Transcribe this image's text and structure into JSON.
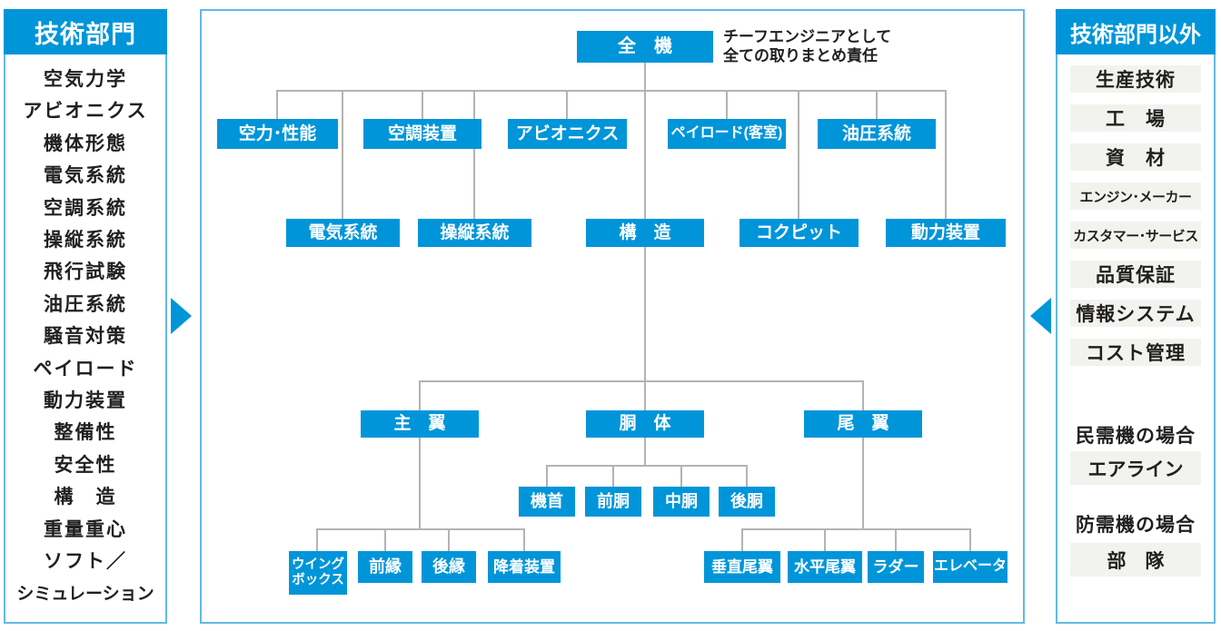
{
  "left_panel": {
    "header": "技術部門",
    "items": [
      "空気力学",
      "アビオニクス",
      "機体形態",
      "電気系統",
      "空調系統",
      "操縦系統",
      "飛行試験",
      "油圧系統",
      "騒音対策",
      "ペイロード",
      "動力装置",
      "整備性",
      "安全性",
      "構　造",
      "重量重心",
      "ソフト／",
      "シミュレーション"
    ]
  },
  "right_panel": {
    "header": "技術部門以外",
    "items": [
      "生産技術",
      "工　場",
      "資　材",
      "エンジン･メーカー",
      "カスタマー･サービス",
      "品質保証",
      "情報システム",
      "コスト管理"
    ],
    "civil_case": {
      "label": "民需機の場合",
      "item": "エアライン"
    },
    "defense_case": {
      "label": "防需機の場合",
      "item": "部　隊"
    }
  },
  "org_chart": {
    "root": {
      "label": "全　機",
      "note": "チーフエンジニアとして\n全ての取りまとめ責任"
    },
    "level1": [
      "空力･性能",
      "空調装置",
      "アビオニクス",
      "ペイロード(客室)",
      "油圧系統"
    ],
    "level2": [
      "電気系統",
      "操縦系統",
      "構　造",
      "コクピット",
      "動力装置"
    ],
    "level3": [
      "主　翼",
      "胴　体",
      "尾　翼"
    ],
    "fuselage": [
      "機首",
      "前胴",
      "中胴",
      "後胴"
    ],
    "main_wing": [
      "ウイング\nボックス",
      "前縁",
      "後縁",
      "降着装置"
    ],
    "tail_wing": [
      "垂直尾翼",
      "水平尾翼",
      "ラダー",
      "エレベータ"
    ]
  },
  "colors": {
    "accent_blue": "#0095d9",
    "panel_border": "#62b9e7",
    "connector_gray": "#b3b3b3",
    "item_bg": "#f2f2ef"
  }
}
